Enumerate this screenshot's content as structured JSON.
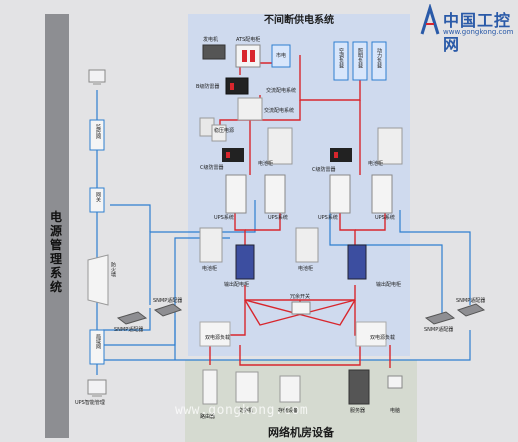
{
  "ups_panel": {
    "title": "不间断供电系统"
  },
  "room_panel": {
    "title": "网络机房设备"
  },
  "management": {
    "title": "电源管理系统",
    "items": {
      "lan": "监控网",
      "gateway": "网关",
      "firewall": "防火墙",
      "local_net": "局域网",
      "ups_manager": "UPS智能管理"
    }
  },
  "ups_side": {
    "generator": "发电机",
    "ats": "ATS配电柜",
    "mains": "市电",
    "b_protector": "B级防雷器",
    "ac_dist": "交流配电系统",
    "regulator": "稳压电源",
    "ac_distributor": "交流配电系统",
    "c_protector_left": "C级防雷器",
    "c_protector_right": "C级防雷器",
    "battery_left_top": "电池柜",
    "battery_right_top": "电池柜",
    "ups_system_1": "UPS系统",
    "ups_system_2": "UPS系统",
    "ups_system_3": "UPS系统",
    "ups_system_4": "UPS系统",
    "battery_left": "电池柜",
    "battery_mid": "电池柜",
    "output_left": "输出配电柜",
    "output_right": "输出配电柜",
    "ac_unit": "空调负载",
    "lighting": "照明负载",
    "power_load": "动力负载",
    "switch": "冗余开关",
    "dual_left": "双电源负载",
    "dual_right": "双电源负载"
  },
  "snmp": {
    "left_1": "SNMP适配器",
    "left_2": "SNMP适配器",
    "right_1": "SNMP适配器",
    "right_2": "SNMP适配器"
  },
  "room_devices": {
    "router": "路由器",
    "switch": "交换机",
    "storage": "存储设备",
    "server": "服务器",
    "pc": "电脑"
  },
  "logo": {
    "name": "中国工控网",
    "url": "www.gongkong.com"
  },
  "watermark": "www.gongkong.com",
  "colors": {
    "power_line": "#d8262d",
    "network_line": "#2e7fd0",
    "ups_panel": "#cfdaee",
    "room_panel": "#d5dad0",
    "mgmt_column": "#8d8e92"
  }
}
